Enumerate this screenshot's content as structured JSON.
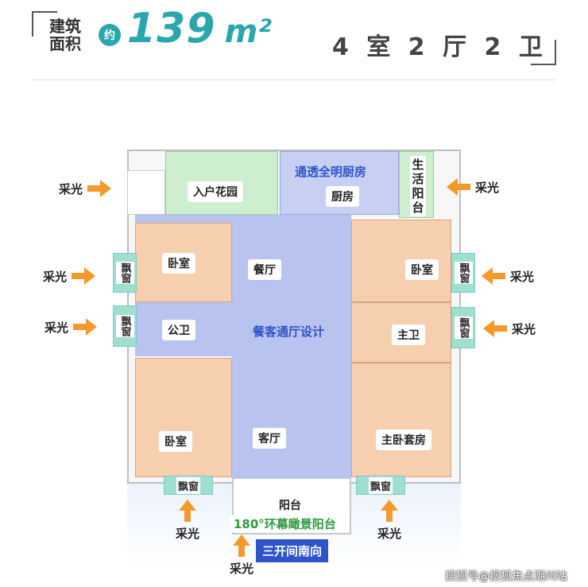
{
  "header": {
    "area_label_line1": "建筑",
    "area_label_line2": "面积",
    "approx_badge": "约",
    "area_value": "139",
    "area_unit": "m²",
    "layout": "4 室 2 厅 2 卫"
  },
  "rooms": {
    "entry_garden": "入户花园",
    "kitchen_highlight": "通透全明厨房",
    "kitchen": "厨房",
    "service_balcony": "生活阳台",
    "bedroom_nw": "卧室",
    "dining": "餐厅",
    "bedroom_ne": "卧室",
    "public_bath": "公卫",
    "living_dining_design": "餐客通厅设计",
    "master_bath": "主卫",
    "bedroom_sw": "卧室",
    "living": "客厅",
    "master_suite": "主卧套房",
    "balcony": "阳台",
    "panorama_balcony": "180°环幕瞰景阳台",
    "south_facing": "三开间南向"
  },
  "bay_window": "飘窗",
  "lighting_label": "采光",
  "watermark": "搜狐号@搜狐焦点潮州站",
  "colors": {
    "accent_teal": "#2aa6ad",
    "public_blue": "#b9c3f0",
    "bedroom_peach": "#f6cfae",
    "garden_green": "#cdeecf",
    "arrow_orange": "#f39a2a"
  }
}
